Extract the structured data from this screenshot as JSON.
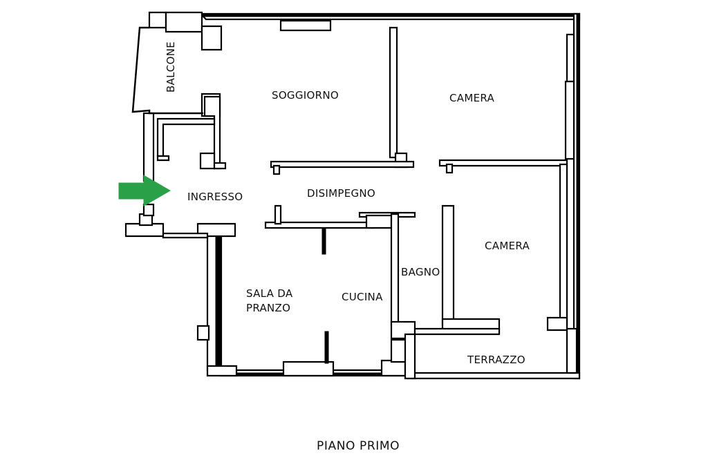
{
  "colors": {
    "background": "#ffffff",
    "walls": "#000000",
    "entrance_arrow": "#2aa048"
  },
  "icons": {
    "entrance": "entrance-arrow-icon"
  },
  "rooms": {
    "balcone": "BALCONE",
    "soggiorno": "SOGGIORNO",
    "camera_1": "CAMERA",
    "ingresso": "INGRESSO",
    "disimpegno": "DISIMPEGNO",
    "camera_2": "CAMERA",
    "bagno": "BAGNO",
    "sala_line1": "SALA DA",
    "sala_line2": "PRANZO",
    "cucina": "CUCINA",
    "terrazzo": "TERRAZZO"
  },
  "caption": "PIANO PRIMO"
}
